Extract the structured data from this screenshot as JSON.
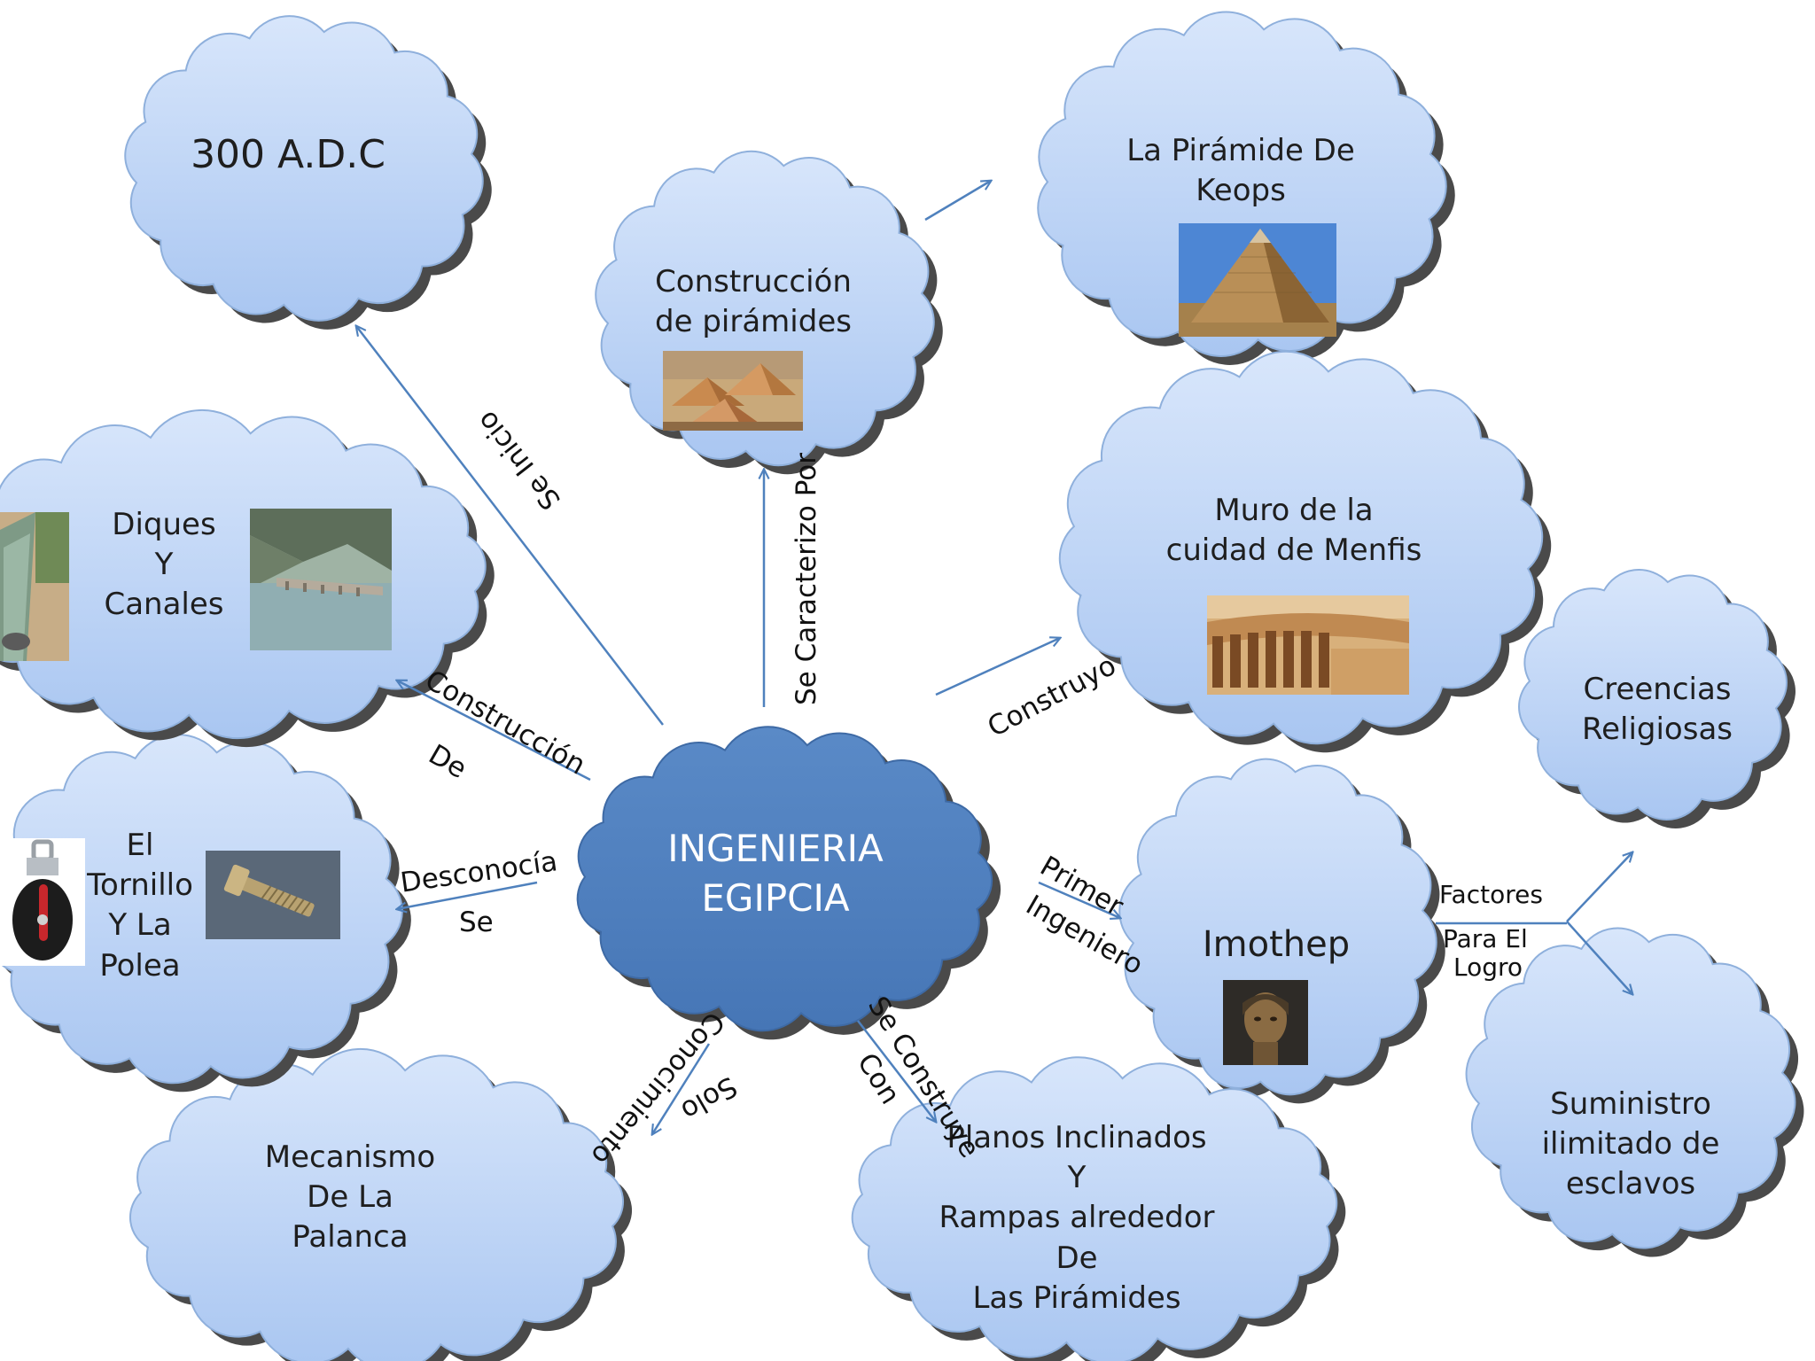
{
  "colors": {
    "cloud_light_top": "#d8e6fb",
    "cloud_light_bottom": "#a9c6f1",
    "cloud_outline": "#8fb0dc",
    "cloud_shadow": "#4a4a4a",
    "cloud_center": "#4f7fbe",
    "cloud_center_outline": "#3e6aa5",
    "arrow": "#4f81bd",
    "center_text": "#ffffff"
  },
  "center": {
    "lines": [
      "INGENIERIA",
      "EGIPCIA"
    ]
  },
  "nodes": {
    "date": {
      "lines": [
        "300 A.D.C"
      ]
    },
    "construccion": {
      "lines": [
        "Construcción",
        "de pirámides"
      ]
    },
    "keops": {
      "lines": [
        "La Pirámide De",
        "Keops"
      ]
    },
    "muro": {
      "lines": [
        "Muro de la",
        "cuidad de Menfis"
      ]
    },
    "creencias": {
      "lines": [
        "Creencias",
        "Religiosas"
      ]
    },
    "imothep": {
      "lines": [
        "Imothep"
      ]
    },
    "suministro": {
      "lines": [
        "Suministro",
        "ilimitado de",
        "esclavos"
      ]
    },
    "planos": {
      "lines": [
        "Planos Inclinados",
        "Y",
        "Rampas alrededor",
        "De",
        "Las Pirámides"
      ]
    },
    "palanca": {
      "lines": [
        "Mecanismo",
        "De  La",
        "Palanca"
      ]
    },
    "tornillo": {
      "lines": [
        "El",
        "Tornillo",
        "Y La",
        "Polea"
      ]
    },
    "diques": {
      "lines": [
        "Diques",
        "Y",
        "Canales"
      ]
    }
  },
  "edge_labels": {
    "se_inicio": "Se Inicio",
    "se_caracterizo_por": "Se  Caracterizo Por",
    "construyo": "Construyo",
    "construccion": "Construcción",
    "de": "De",
    "desconocia": "Desconocía",
    "se": "Se",
    "primer": "Primer",
    "ingeniero": "Ingeniero",
    "se_construye": "Se Construye",
    "con": "Con",
    "conocimiento": "Conocimiento",
    "solo": "Solo",
    "factores": "Factores",
    "para_el": "Para  El",
    "logro": "Logro"
  }
}
